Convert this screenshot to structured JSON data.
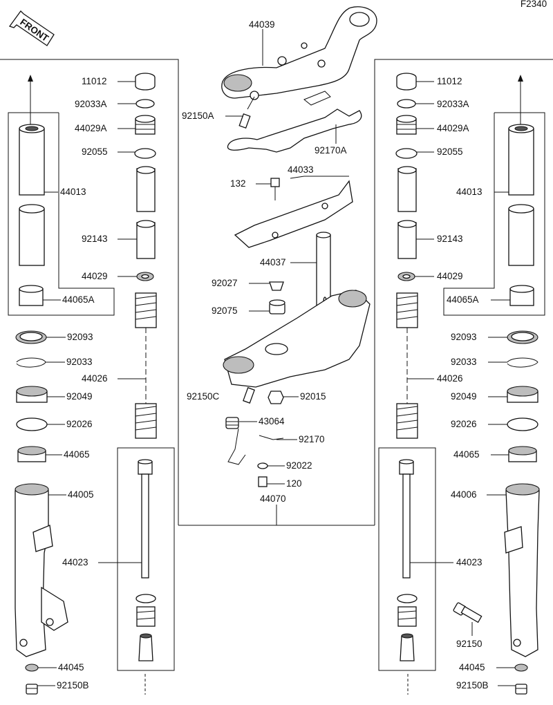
{
  "figure_code": "F2340",
  "front_label": "FRONT",
  "parts": {
    "p44039": "44039",
    "p92150A": "92150A",
    "p92170A": "92170A",
    "p44033": "44033",
    "p132": "132",
    "p44037": "44037",
    "p92027": "92027",
    "p92075": "92075",
    "p92150C": "92150C",
    "p92015": "92015",
    "p43064": "43064",
    "p92170": "92170",
    "p92022": "92022",
    "p120": "120",
    "p44070": "44070",
    "L11012": "11012",
    "L92033A": "92033A",
    "L44029A": "44029A",
    "L92055": "92055",
    "L44013": "44013",
    "L92143": "92143",
    "L44029": "44029",
    "L44065A": "44065A",
    "L92093": "92093",
    "L92033": "92033",
    "L44026": "44026",
    "L92049": "92049",
    "L92026": "92026",
    "L44065": "44065",
    "L44005": "44005",
    "L44023": "44023",
    "L44045": "44045",
    "L92150B": "92150B",
    "R11012": "11012",
    "R92033A": "92033A",
    "R44029A": "44029A",
    "R92055": "92055",
    "R44013": "44013",
    "R92143": "92143",
    "R44029": "44029",
    "R44065A": "44065A",
    "R92093": "92093",
    "R92033": "92033",
    "R44026": "44026",
    "R92049": "92049",
    "R92026": "92026",
    "R44065": "44065",
    "R44006": "44006",
    "R44023": "44023",
    "R92150": "92150",
    "R44045": "44045",
    "R92150B": "92150B"
  }
}
